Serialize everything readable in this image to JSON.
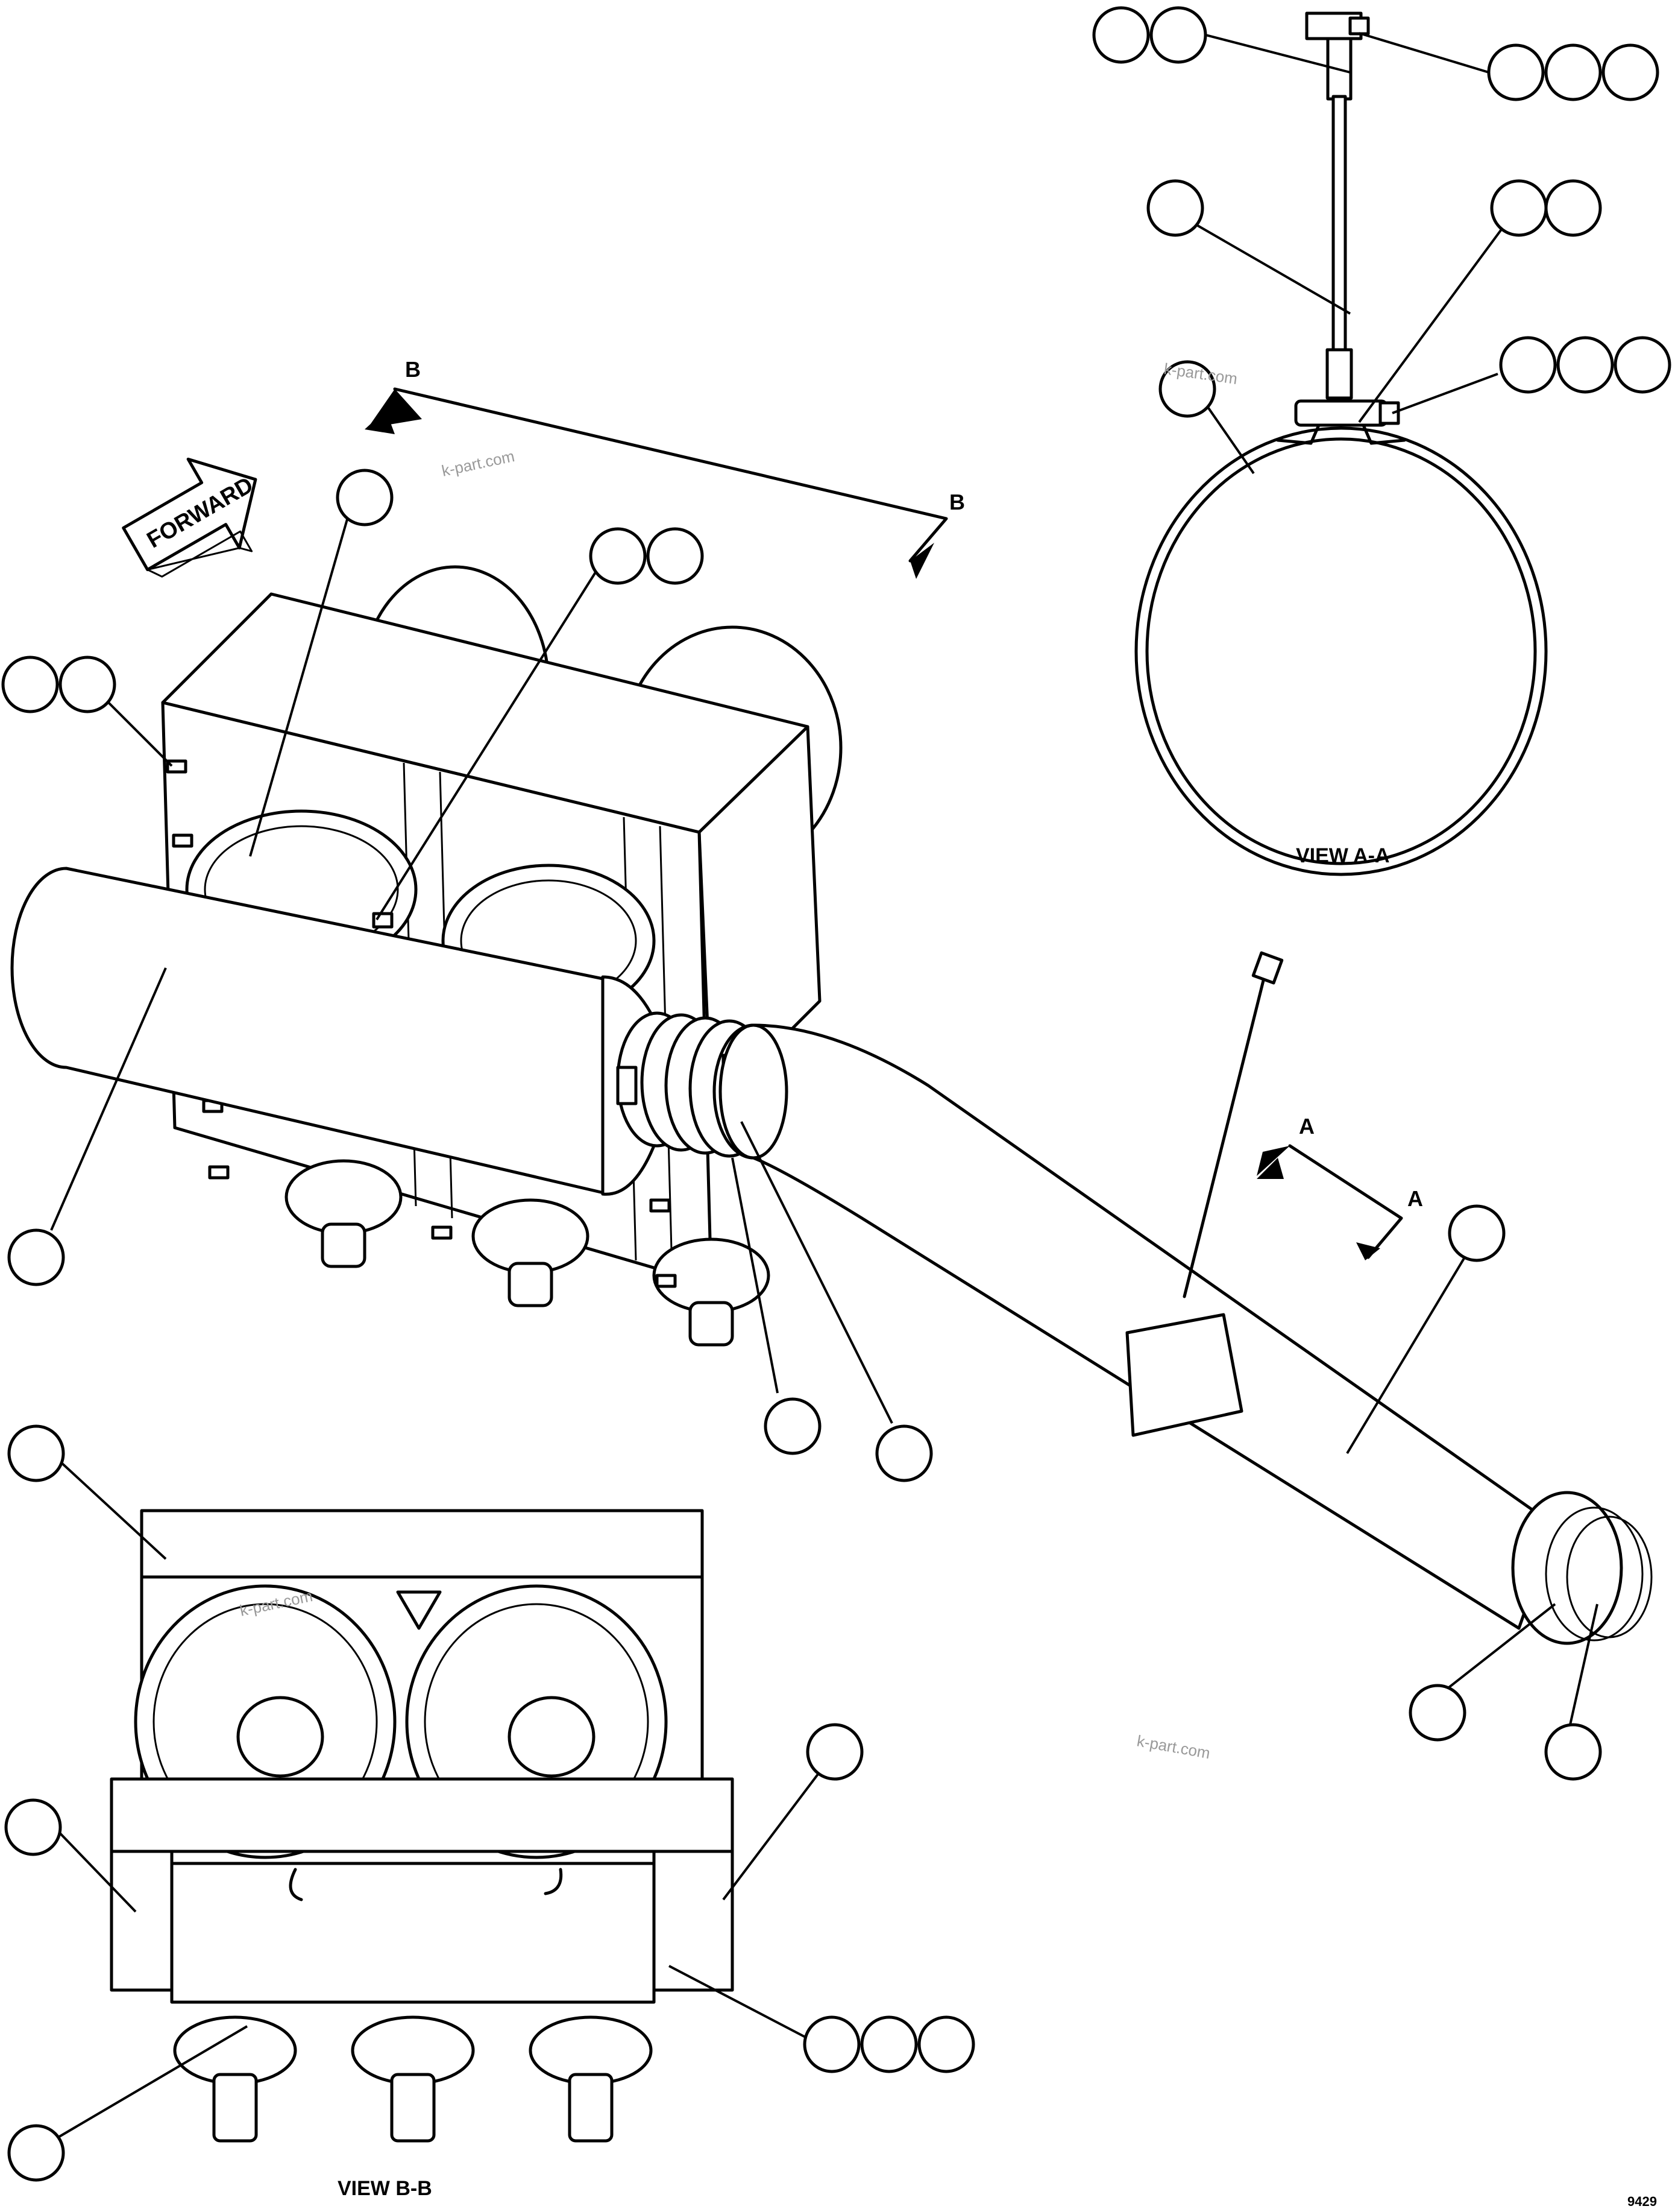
{
  "labels": {
    "forward": "FORWARD",
    "view_aa": "VIEW A-A",
    "view_bb": "VIEW B-B",
    "section_a": "A",
    "section_b": "B",
    "code": "9429"
  },
  "watermark": "k-part.com",
  "colors": {
    "line": "#000000",
    "background": "#ffffff",
    "watermark": "#999999"
  }
}
